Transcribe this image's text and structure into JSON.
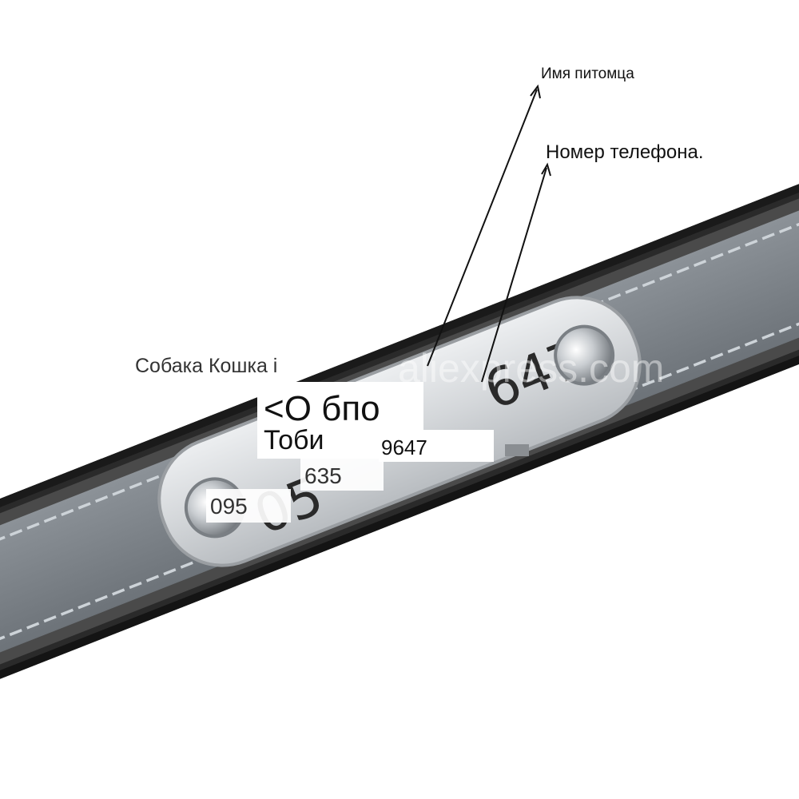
{
  "annotations": {
    "pet_name": "Имя питомца",
    "phone_number": "Номер телефона."
  },
  "overlay": {
    "pets": "Собака Кошка і",
    "watermark": "aliexpress.com",
    "line1": "<О бпо",
    "pet_name_value": "Тоби",
    "phone_part_1": "9647",
    "phone_part_2": "635",
    "phone_part_3": "095"
  },
  "engraving": {
    "digits_right": "647",
    "digits_left": "05"
  },
  "colors": {
    "leather_outer": "#2b2b2b",
    "reflective_band": "#7f858b",
    "stitching": "#c9d0d6",
    "plate": "#d6d9dc",
    "rivet": "#c2c6ca"
  }
}
